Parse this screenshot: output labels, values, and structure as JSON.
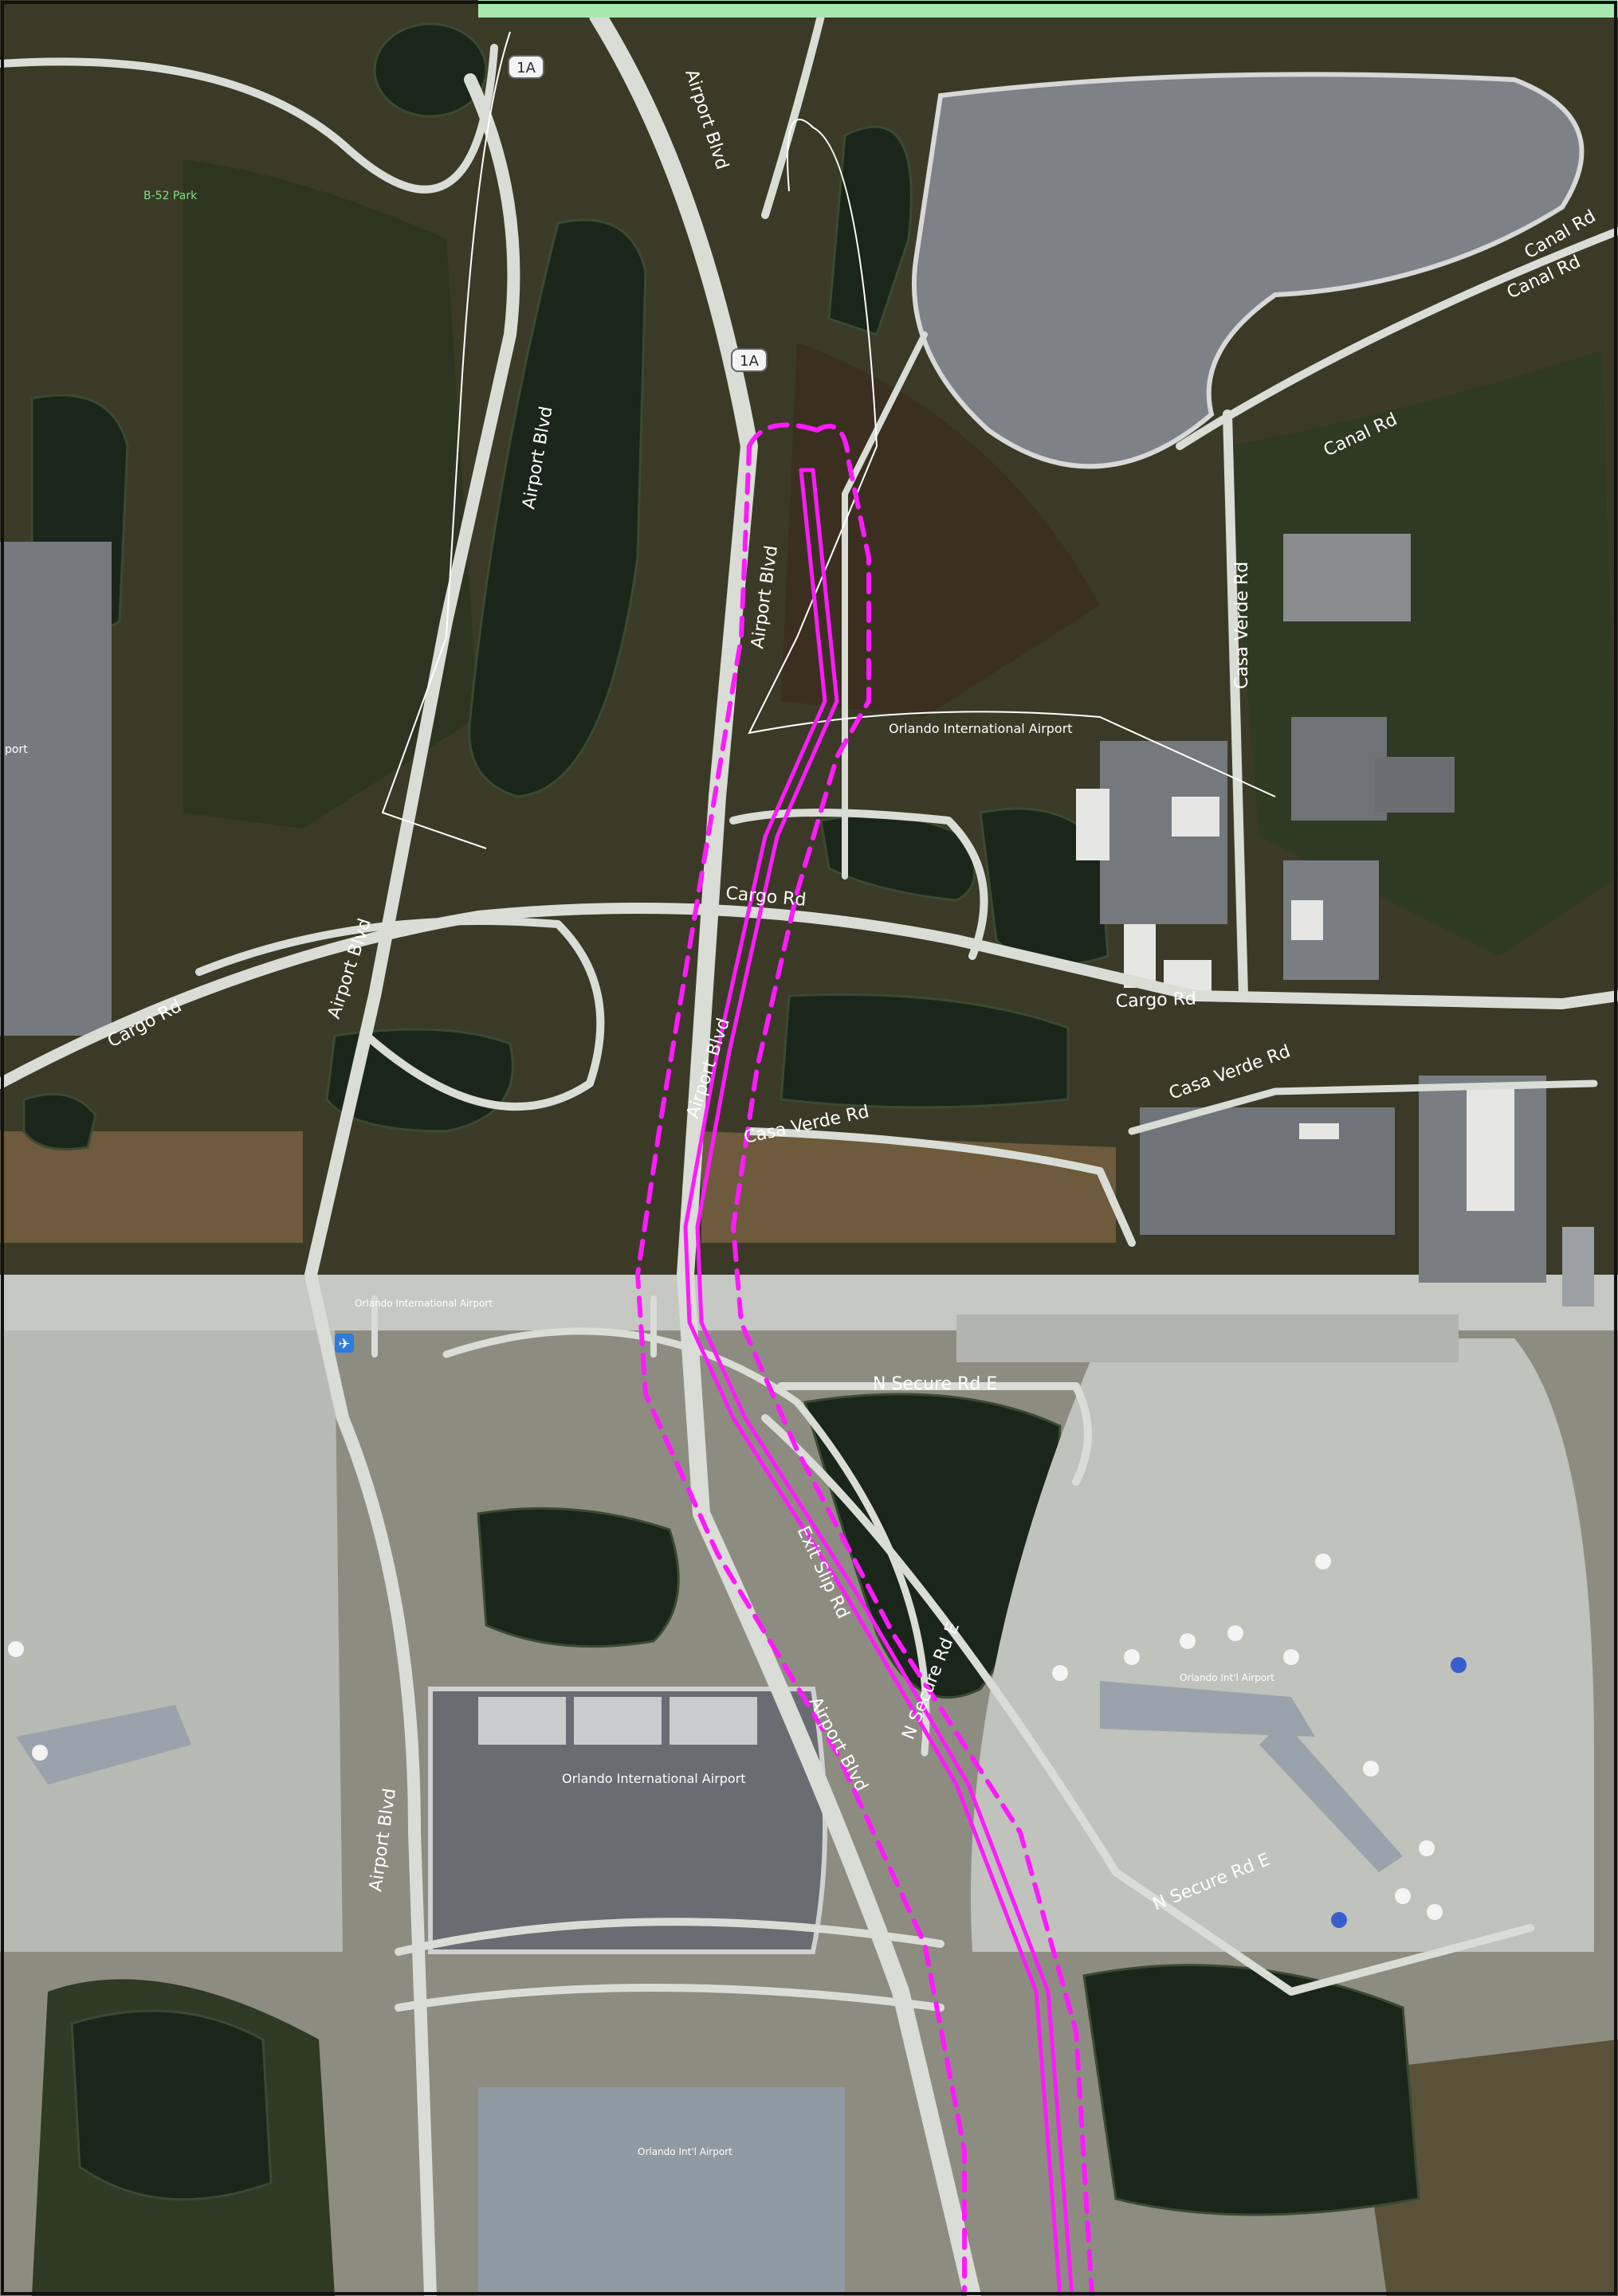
{
  "map": {
    "road_labels": [
      {
        "id": "airport-blvd-north",
        "text": "Airport Blvd"
      },
      {
        "id": "airport-blvd-west-upper",
        "text": "Airport Blvd"
      },
      {
        "id": "airport-blvd-center-upper",
        "text": "Airport Blvd"
      },
      {
        "id": "airport-blvd-west-mid",
        "text": "Airport Blvd"
      },
      {
        "id": "airport-blvd-center-mid",
        "text": "Airport Blvd"
      },
      {
        "id": "airport-blvd-south-east",
        "text": "Airport Blvd"
      },
      {
        "id": "airport-blvd-south-west",
        "text": "Airport Blvd"
      },
      {
        "id": "cargo-rd-west",
        "text": "Cargo Rd"
      },
      {
        "id": "cargo-rd-center",
        "text": "Cargo Rd"
      },
      {
        "id": "cargo-rd-east",
        "text": "Cargo Rd"
      },
      {
        "id": "casa-verde-rd-west",
        "text": "Casa Verde Rd"
      },
      {
        "id": "casa-verde-rd-north",
        "text": "Casa Verde Rd"
      },
      {
        "id": "casa-verde-rd-mid",
        "text": "Casa Verde Rd"
      },
      {
        "id": "canal-rd-1",
        "text": "Canal Rd"
      },
      {
        "id": "canal-rd-2",
        "text": "Canal Rd"
      },
      {
        "id": "canal-rd-3",
        "text": "Canal Rd"
      },
      {
        "id": "n-secure-rd-e-north",
        "text": "N Secure Rd E"
      },
      {
        "id": "n-secure-rd-e-diag",
        "text": "N Secure Rd E"
      },
      {
        "id": "n-secure-rd-e-south",
        "text": "N Secure Rd E"
      },
      {
        "id": "exit-slip-rd",
        "text": "Exit Slip Rd"
      }
    ],
    "place_labels": [
      {
        "id": "orlando-intl-airport-boundary",
        "text": "Orlando International Airport"
      },
      {
        "id": "orlando-intl-airport-west",
        "text": "Orlando International Airport"
      },
      {
        "id": "orlando-intl-airport-garage",
        "text": "Orlando International Airport"
      },
      {
        "id": "orlando-intl-airport-terminal",
        "text": "Orlando Int'l Airport"
      },
      {
        "id": "orlando-intl-airport-concourse",
        "text": "Orlando Int'l Airport"
      },
      {
        "id": "b52-park",
        "text": "B-52 Park"
      },
      {
        "id": "port-fragment",
        "text": "port"
      }
    ],
    "shields": [
      {
        "id": "shield-1a-north",
        "text": "1A"
      },
      {
        "id": "shield-1a-mid",
        "text": "1A"
      }
    ],
    "colors": {
      "forest": "#2f3a22",
      "grass": "#6b5a3e",
      "water": "#1c2a1c",
      "pavement": "#b9bcb8",
      "apron": "#c9cbc6",
      "road": "#d9ddd6",
      "highlight": "#ff1aff"
    }
  }
}
